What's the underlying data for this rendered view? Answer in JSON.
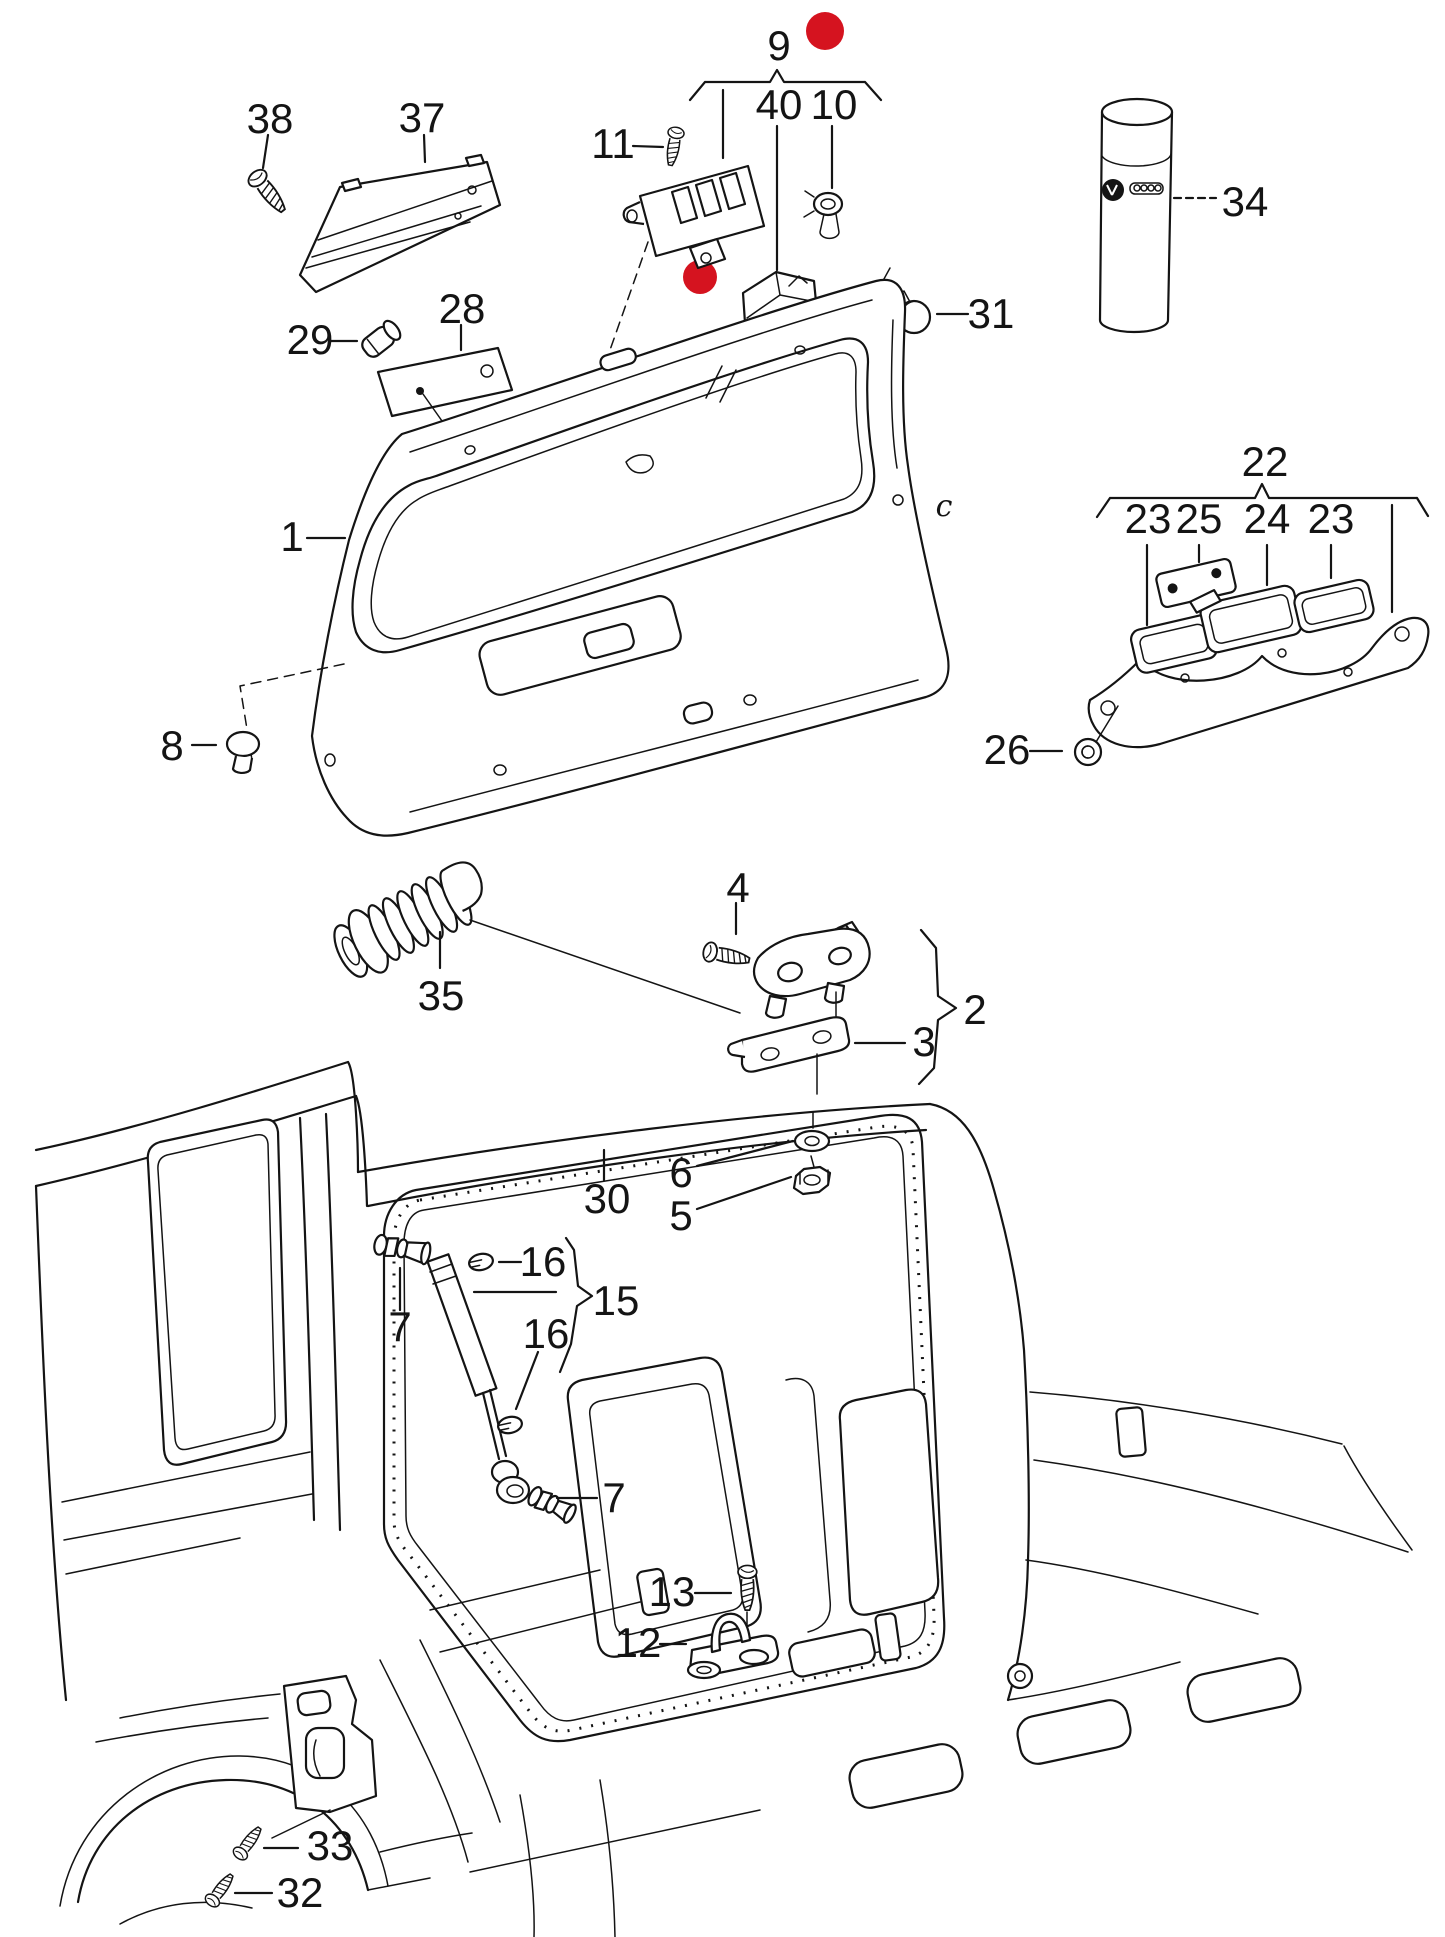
{
  "colors": {
    "line": "#141414",
    "background": "#ffffff",
    "marker_red": "#d5131f"
  },
  "callouts": {
    "c38": "38",
    "c37": "37",
    "c11": "11",
    "c9": "9",
    "c40": "40",
    "c10": "10",
    "c34": "34",
    "c31": "31",
    "c29": "29",
    "c28": "28",
    "c22": "22",
    "c23a": "23",
    "c25": "25",
    "c24": "24",
    "c23b": "23",
    "c26": "26",
    "c1": "1",
    "c8": "8",
    "c35": "35",
    "c4": "4",
    "c2": "2",
    "c3": "3",
    "c30": "30",
    "c6": "6",
    "c5": "5",
    "c16a": "16",
    "c15": "15",
    "c16b": "16",
    "c7a": "7",
    "c7b": "7",
    "c13": "13",
    "c12": "12",
    "c33": "33",
    "c32": "32",
    "letter_c": "c"
  }
}
